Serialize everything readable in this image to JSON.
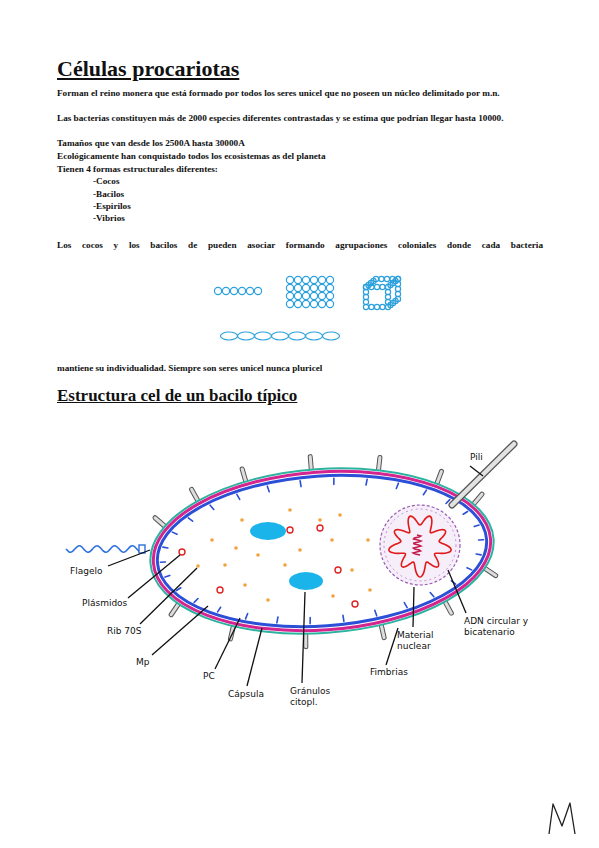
{
  "diagram": {
    "title": "Células procariotas",
    "labels": [
      "Forman el reino monera que está formado por todos los seres unicel que no poseen un núcleo delimitado por m.n.",
      "Las bacterias constituyen más de 2000 especies diferentes contrastadas y se estima que podrían llegar hasta 10000.",
      "Tamaños que van desde los 2500A hasta 30000A",
      "Ecológicamente han conquistado todos los ecosistemas as del planeta",
      "Tienen 4 formas estructurales diferentes:",
      "-Cocos",
      "-Bacilos",
      "-Espirilos",
      "-Vibrios",
      "Los cocos y los bacilos de pueden asociar formando agrupaciones coloniales donde cada bacteria",
      "mantiene su individualidad. Siempre son seres unicel nunca pluricel",
      "Estructura cel de un bacilo típico",
      "Flagelo",
      "Plásmidos",
      "Rib 70S",
      "Mp",
      "PC",
      "Cápsula",
      "Gránulos citopl.",
      "Material nuclear",
      "ADN circular y bicatenario",
      "Pili",
      "Fimbrias"
    ]
  }
}
